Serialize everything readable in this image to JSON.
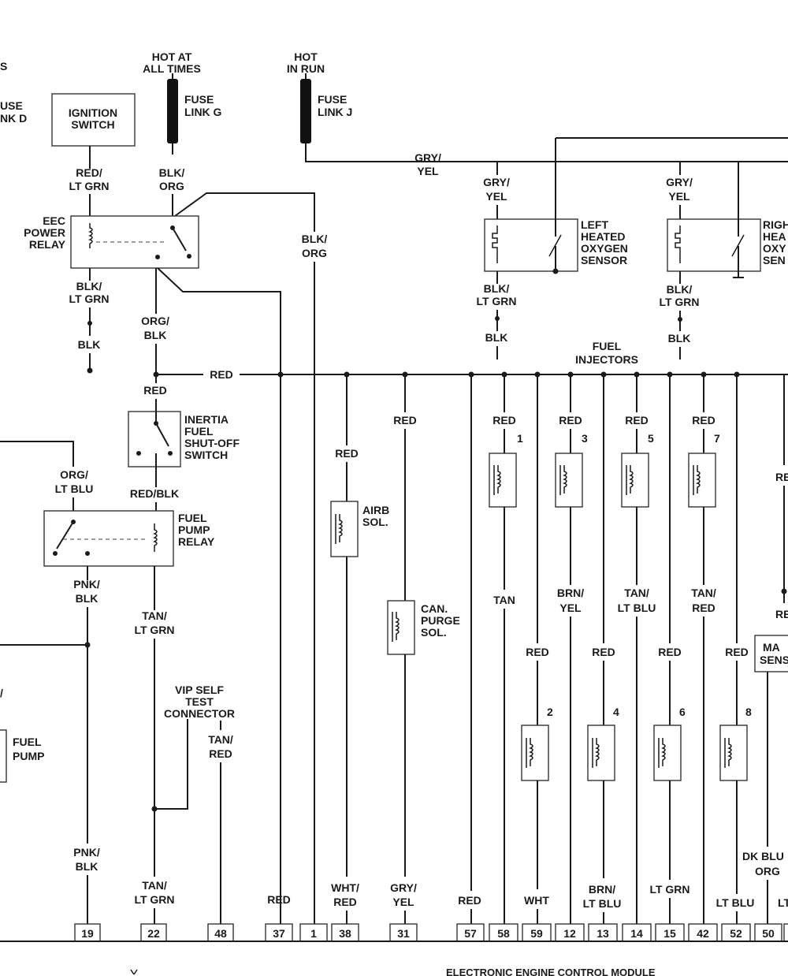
{
  "labels": {
    "top_left_s": "S",
    "fuse_link_d_1": "USE",
    "fuse_link_d_2": "NK D",
    "hot_at_all_times_1": "HOT AT",
    "hot_at_all_times_2": "ALL TIMES",
    "hot_in_run_1": "HOT",
    "hot_in_run_2": "IN RUN",
    "fuse_link_g_1": "FUSE",
    "fuse_link_g_2": "LINK G",
    "fuse_link_j_1": "FUSE",
    "fuse_link_j_2": "LINK J",
    "ignition_switch_1": "IGNITION",
    "ignition_switch_2": "SWITCH",
    "eec_relay_1": "EEC",
    "eec_relay_2": "POWER",
    "eec_relay_3": "RELAY",
    "inertia_1": "INERTIA",
    "inertia_2": "FUEL",
    "inertia_3": "SHUT-OFF",
    "inertia_4": "SWITCH",
    "fuel_pump_relay_1": "FUEL",
    "fuel_pump_relay_2": "PUMP",
    "fuel_pump_relay_3": "RELAY",
    "fuel_pump_1": "FUEL",
    "fuel_pump_2": "PUMP",
    "vip_1": "VIP SELF",
    "vip_2": "TEST",
    "vip_3": "CONNECTOR",
    "airb_1": "AIRB",
    "airb_2": "SOL.",
    "can_1": "CAN.",
    "can_2": "PURGE",
    "can_3": "SOL.",
    "left_o2_1": "LEFT",
    "left_o2_2": "HEATED",
    "left_o2_3": "OXYGEN",
    "left_o2_4": "SENSOR",
    "right_o2_1": "RIGH",
    "right_o2_2": "HEA",
    "right_o2_3": "OXY",
    "right_o2_4": "SEN",
    "fuel_injectors_1": "FUEL",
    "fuel_injectors_2": "INJECTORS",
    "map_sensor_1": "MA",
    "map_sensor_2": "SENS",
    "module_title": "ELECTRONIC ENGINE CONTROL MODULE",
    "left_edge_slash": "/"
  },
  "wires": {
    "red_lt_grn_1": "RED/",
    "red_lt_grn_2": "LT GRN",
    "blk_org_a_1": "BLK/",
    "blk_org_a_2": "ORG",
    "blk_org_b_1": "BLK/",
    "blk_org_b_2": "ORG",
    "blk_lt_grn_1": "BLK/",
    "blk_lt_grn_2": "LT GRN",
    "blk": "BLK",
    "org_blk_1": "ORG/",
    "org_blk_2": "BLK",
    "red_bus": "RED",
    "red_inertia": "RED",
    "red_blk": "RED/BLK",
    "org_lt_blu_1": "ORG/",
    "org_lt_blu_2": "LT BLU",
    "pnk_blk_a_1": "PNK/",
    "pnk_blk_a_2": "BLK",
    "tan_lt_grn_a_1": "TAN/",
    "tan_lt_grn_a_2": "LT GRN",
    "tan_red_vip_1": "TAN/",
    "tan_red_vip_2": "RED",
    "pnk_blk_b_1": "PNK/",
    "pnk_blk_b_2": "BLK",
    "tan_lt_grn_b_1": "TAN/",
    "tan_lt_grn_b_2": "LT GRN",
    "red_37": "RED",
    "wht_red_1": "WHT/",
    "wht_red_2": "RED",
    "gry_yel_31_1": "GRY/",
    "gry_yel_31_2": "YEL",
    "red_57": "RED",
    "wht_59": "WHT",
    "brn_lt_blu_1": "BRN/",
    "brn_lt_blu_2": "LT BLU",
    "lt_grn_15": "LT GRN",
    "lt_blu_52": "LT BLU",
    "dk_blu_org_1": "DK BLU",
    "dk_blu_org_2": "ORG",
    "lt_edge": "LT",
    "red_airb": "RED",
    "red_can": "RED",
    "gry_yel_top_1": "GRY/",
    "gry_yel_top_2": "YEL",
    "gry_yel_left_1": "GRY/",
    "gry_yel_left_2": "YEL",
    "gry_yel_right_1": "GRY/",
    "gry_yel_right_2": "YEL",
    "blk_lt_grn_l_1": "BLK/",
    "blk_lt_grn_l_2": "LT GRN",
    "blk_l": "BLK",
    "blk_lt_grn_r_1": "BLK/",
    "blk_lt_grn_r_2": "LT GRN",
    "blk_r": "BLK",
    "red_inj1": "RED",
    "red_inj3": "RED",
    "red_inj5": "RED",
    "red_inj7": "RED",
    "tan_inj1": "TAN",
    "brn_yel_1": "BRN/",
    "brn_yel_2": "YEL",
    "tan_lt_blu_1": "TAN/",
    "tan_lt_blu_2": "LT BLU",
    "tan_red_inj7_1": "TAN/",
    "tan_red_inj7_2": "RED",
    "red_inj2": "RED",
    "red_inj4": "RED",
    "red_inj6": "RED",
    "red_inj8": "RED",
    "red_right_a": "RE",
    "red_right_b": "RE"
  },
  "injector_numbers": [
    "1",
    "3",
    "5",
    "7",
    "2",
    "4",
    "6",
    "8"
  ],
  "pins": [
    "19",
    "22",
    "48",
    "37",
    "1",
    "38",
    "31",
    "57",
    "58",
    "59",
    "12",
    "13",
    "14",
    "15",
    "42",
    "52",
    "50"
  ]
}
